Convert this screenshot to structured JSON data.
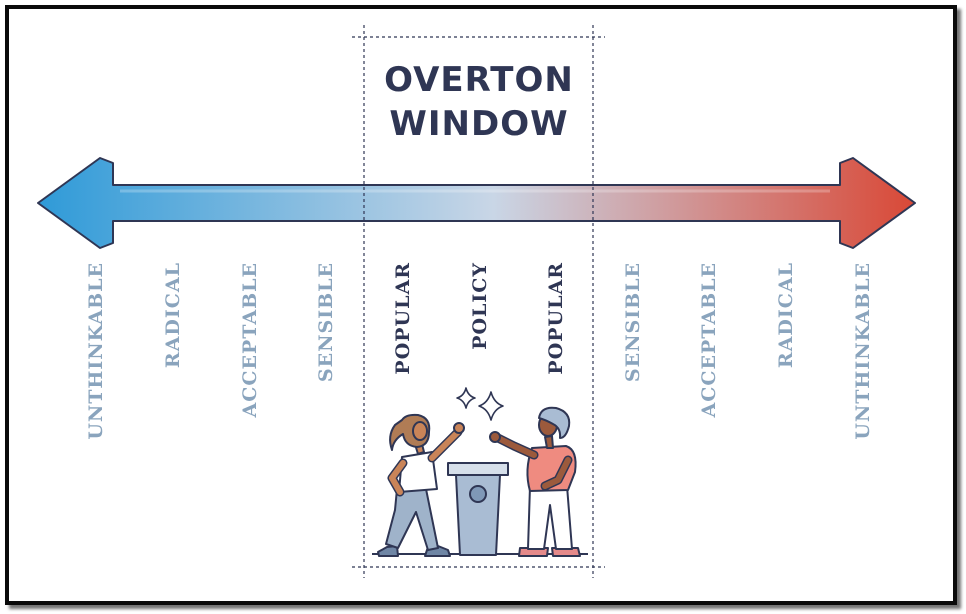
{
  "title": {
    "line1": "OVERTON",
    "line2": "WINDOW"
  },
  "scale_labels": {
    "left": [
      "UNTHINKABLE",
      "RADICAL",
      "ACCEPTABLE",
      "SENSIBLE"
    ],
    "center": [
      "POPULAR",
      "POLICY",
      "POPULAR"
    ],
    "right": [
      "SENSIBLE",
      "ACCEPTABLE",
      "RADICAL",
      "UNTHINKABLE"
    ]
  },
  "colors": {
    "left_end": "#2e9ad8",
    "center": "#c9d6e6",
    "right_end": "#d94836",
    "outer_text": "#8aa4bd",
    "inner_text": "#2f3654",
    "window_border": "#2f3654"
  },
  "icons": [
    "double-headed-arrow",
    "sparkle-icon",
    "podium-icon",
    "person-left",
    "person-right"
  ]
}
